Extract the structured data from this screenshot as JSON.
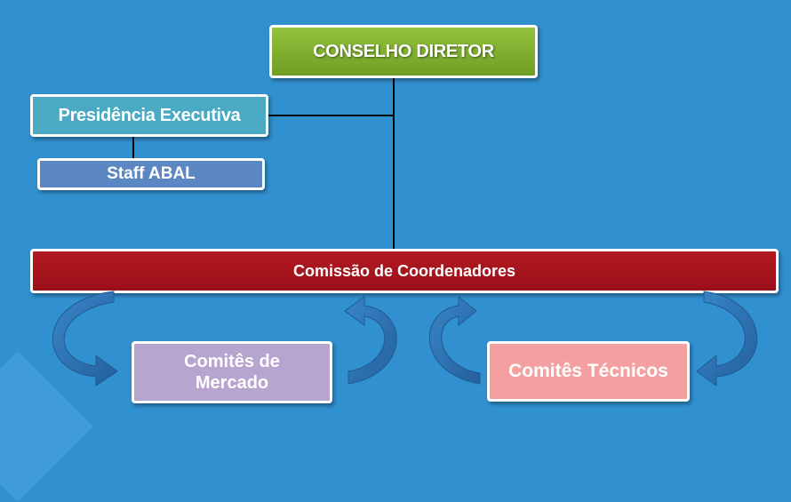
{
  "nodes": {
    "conselho": "CONSELHO DIRETOR",
    "presidencia": "Presidência Executiva",
    "staff": "Staff ABAL",
    "comissao": "Comissão de Coordenadores",
    "mercado": "Comitês de Mercado",
    "tecnicos": "Comitês Técnicos"
  },
  "colors": {
    "background": "#3190d0",
    "conselho": "#7fb030",
    "presidencia": "#4aa9c3",
    "staff": "#5b87c2",
    "comissao": "#a8141c",
    "mercado": "#b7a4cf",
    "tecnicos": "#f4a0a0",
    "curved_arrow": "#2b6fb2"
  },
  "icons": [
    "curved-arrow-icon"
  ]
}
